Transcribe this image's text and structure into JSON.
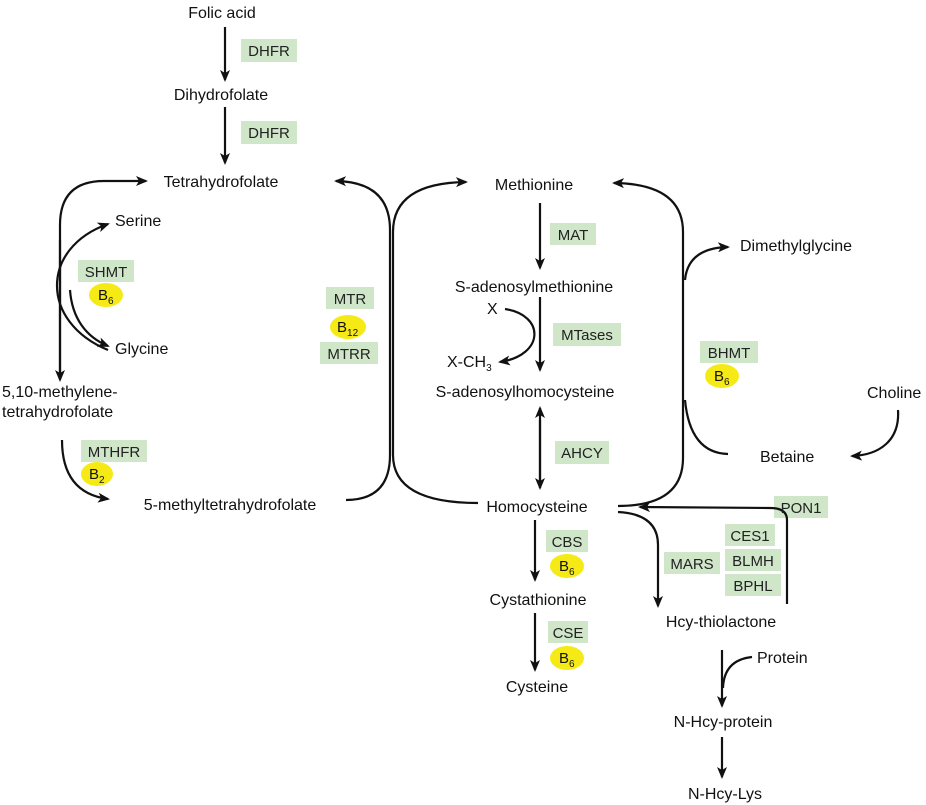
{
  "colors": {
    "enzyme_bg": "#cfe6c9",
    "vitamin_bg": "#f6ea16",
    "line": "#111111"
  },
  "metabolites": {
    "folic_acid": "Folic acid",
    "dihydrofolate": "Dihydrofolate",
    "tetrahydrofolate": "Tetrahydrofolate",
    "serine": "Serine",
    "glycine": "Glycine",
    "methylene_thf_1": "5,10-methylene-",
    "methylene_thf_2": "tetrahydrofolate",
    "methyl_thf": "5-methyltetrahydrofolate",
    "methionine": "Methionine",
    "sam": "S-adenosylmethionine",
    "x": "X",
    "x_ch": "X-CH",
    "x_ch_sub": "3",
    "sah": "S-adenosylhomocysteine",
    "homocysteine": "Homocysteine",
    "cystathionine": "Cystathionine",
    "cysteine": "Cysteine",
    "dimethylglycine": "Dimethylglycine",
    "choline": "Choline",
    "betaine": "Betaine",
    "hcy_thiolactone": "Hcy-thiolactone",
    "protein": "Protein",
    "n_hcy_protein": "N-Hcy-protein",
    "n_hcy_lys": "N-Hcy-Lys"
  },
  "enzymes": {
    "dhfr_1": "DHFR",
    "dhfr_2": "DHFR",
    "shmt": "SHMT",
    "mthfr": "MTHFR",
    "mtr": "MTR",
    "mtrr": "MTRR",
    "mat": "MAT",
    "mtases": "MTases",
    "ahcy": "AHCY",
    "bhmt": "BHMT",
    "cbs": "CBS",
    "cse": "CSE",
    "mars": "MARS",
    "pon1": "PON1",
    "ces1": "CES1",
    "blmh": "BLMH",
    "bphl": "BPHL"
  },
  "vitamins": {
    "b": "B",
    "six": "6",
    "twelve": "12",
    "two": "2"
  }
}
